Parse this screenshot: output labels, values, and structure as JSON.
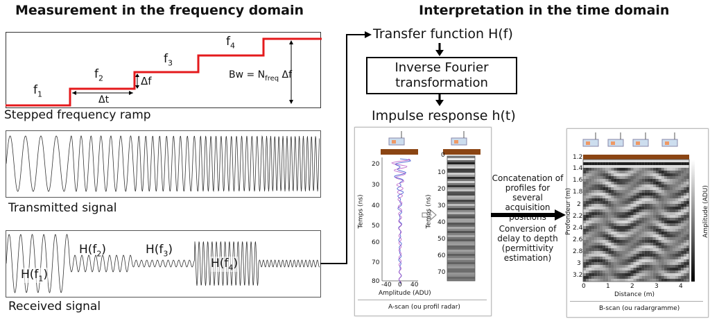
{
  "left": {
    "heading": "Measurement in the frequency domain",
    "ramp": {
      "freqs": [
        "f",
        "f",
        "f",
        "f"
      ],
      "subs": [
        "1",
        "2",
        "3",
        "4"
      ],
      "delta_t": "Δt",
      "delta_f": "Δf",
      "bw_pre": "Bw = N",
      "bw_sub": "freq",
      "bw_post": " Δf",
      "caption": "Stepped frequency ramp"
    },
    "transmitted_caption": "Transmitted signal",
    "received": {
      "labels": [
        "H(f",
        "H(f",
        "H(f",
        "H(f"
      ],
      "subs": [
        "1",
        "2",
        "3",
        "4"
      ],
      "close": ")",
      "caption": "Received signal"
    }
  },
  "right": {
    "heading": "Interpretation in the time domain",
    "transfer": "Transfer function H(f)",
    "ift_line1": "Inverse Fourier",
    "ift_line2": "transformation",
    "impulse": "Impulse response h(t)",
    "ascan": {
      "ylabel": "Temps (ns)",
      "xlabel": "Amplitude (ADU)",
      "yticks": [
        "20",
        "30",
        "40",
        "50",
        "60",
        "70",
        "80"
      ],
      "xticks": [
        "-40",
        "0",
        "40"
      ],
      "caption": "A-scan (ou profil radar)"
    },
    "profile": {
      "ylabel": "Temps (ns)",
      "yticks": [
        "0",
        "10",
        "20",
        "30",
        "40",
        "50",
        "60",
        "70"
      ]
    },
    "concat_text": "Concatenation of profiles for several acquisition positions",
    "conversion_text": "Conversion of delay to depth (permittivity estimation)",
    "bscan": {
      "ylabel": "Profondeur (m)",
      "xlabel": "Distance (m)",
      "yticks": [
        "1.2",
        "1.4",
        "1.6",
        "1.8",
        "2",
        "2.2",
        "2.4",
        "2.6",
        "2.8",
        "3",
        "3.2"
      ],
      "xticks": [
        "0",
        "1",
        "2",
        "3",
        "4"
      ],
      "cbar_label": "Amplitude (ADU)",
      "caption": "B-scan (ou radargramme)"
    }
  },
  "colors": {
    "ramp": "#e41a1c",
    "trace_blue": "#5a6fd8",
    "trace_purple": "#b048c0",
    "ground": "#8b4513"
  }
}
